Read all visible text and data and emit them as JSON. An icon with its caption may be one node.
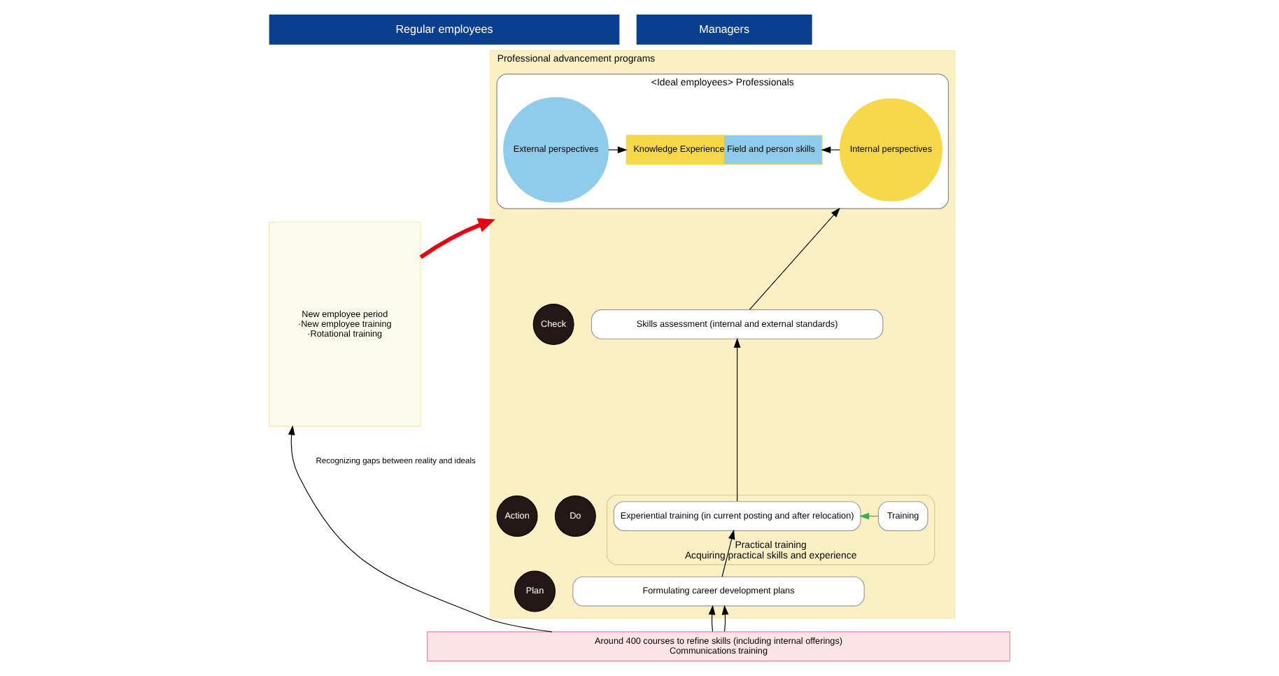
{
  "diagram": {
    "nodes": [
      {
        "text": [
          "Regular employees"
        ]
      },
      {
        "text": [
          "Managers"
        ]
      },
      {
        "text": [
          "New employee period",
          "·New employee training",
          "·Rotational training"
        ]
      },
      {
        "text": [
          "Professional advancement programs"
        ]
      },
      {
        "text": [
          "<Ideal employees> Professionals"
        ],
        "in": 3
      },
      {
        "text": [
          "Internal perspectives"
        ],
        "in": 4
      },
      {
        "text": [
          "Knowledge Experience Field and person skills"
        ],
        "in": 4
      },
      {
        "text": [
          "External perspectives"
        ],
        "in": 4
      },
      {
        "text": [
          "Check"
        ],
        "in": 3
      },
      {
        "text": [
          "Skills assessment (internal and external standards)"
        ],
        "in": 3
      },
      {
        "text": [
          "Do"
        ],
        "in": 3
      },
      {
        "text": [
          "Practical training",
          "Acquiring practical skills and experience"
        ],
        "in": 3
      },
      {
        "text": [
          "Training"
        ],
        "in": 11
      },
      {
        "text": [
          "Experiential training (in current posting and after relocation)"
        ],
        "in": 11
      },
      {
        "text": [
          "Action"
        ],
        "in": 3
      },
      {
        "text": [
          "Plan"
        ],
        "in": 3
      },
      {
        "text": [
          "Formulating career development plans"
        ],
        "in": 3
      },
      {
        "text": [
          "Around 400 courses to refine skills (including internal offerings)",
          "Communications training"
        ]
      }
    ],
    "edges": [
      {
        "from": 5,
        "to": 6,
        "arrow": "to"
      },
      {
        "from": 7,
        "to": 6,
        "arrow": "to"
      },
      {
        "from": 9,
        "to": 4,
        "arrow": "to"
      },
      {
        "from": 13,
        "to": 9,
        "arrow": "to"
      },
      {
        "from": 12,
        "to": 13,
        "arrow": "to",
        "color": "#2db34a"
      },
      {
        "from": 16,
        "to": 13,
        "arrow": "to"
      },
      {
        "from": 17,
        "to": 2,
        "arrow": "to"
      },
      {
        "from": 17,
        "to": 16,
        "arrow": "to"
      },
      {
        "from": 17,
        "to": 16,
        "arrow": "to"
      },
      {
        "from": 2,
        "to": 3,
        "arrow": "to",
        "style": "thick",
        "color": "#e60012"
      }
    ],
    "labels": [
      "Recognizing gaps between reality and ideals"
    ]
  }
}
